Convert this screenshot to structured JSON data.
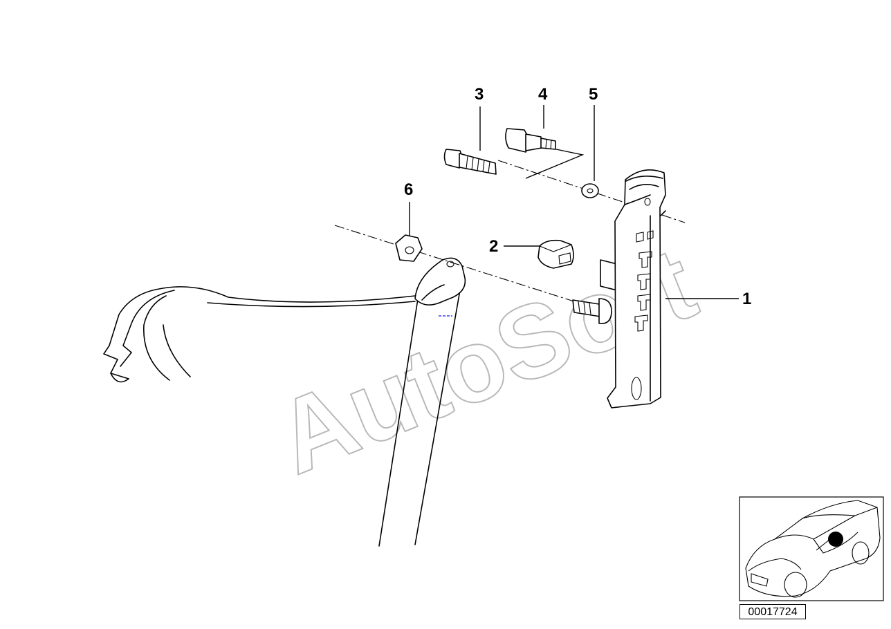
{
  "diagram": {
    "callouts": [
      {
        "id": "callout-1",
        "label": "1"
      },
      {
        "id": "callout-2",
        "label": "2"
      },
      {
        "id": "callout-3",
        "label": "3"
      },
      {
        "id": "callout-4",
        "label": "4"
      },
      {
        "id": "callout-5",
        "label": "5"
      },
      {
        "id": "callout-6",
        "label": "6"
      }
    ],
    "watermark": "AutoSoft",
    "reference_number": "00017724",
    "marker_color": "#000000",
    "highlight_color": "#6a6aff"
  }
}
